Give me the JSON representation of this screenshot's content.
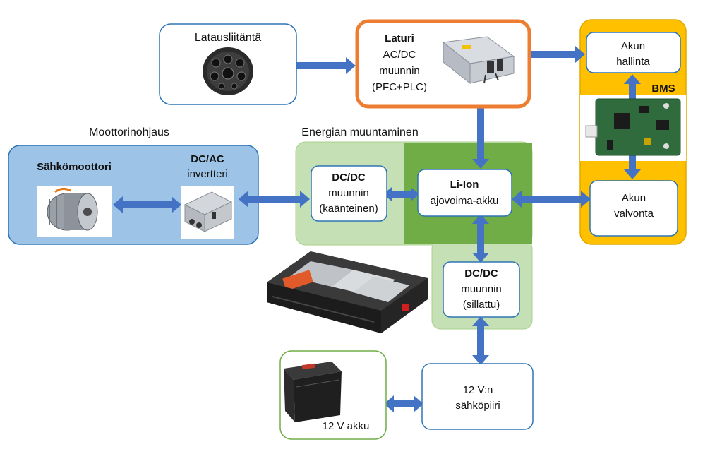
{
  "colors": {
    "arrow": "#4472C4",
    "box_border": "#2E75B6",
    "charger_border": "#ED7D31",
    "bms_fill": "#FFC000",
    "motor_fill": "#9DC3E6",
    "energy_light": "#C5E0B4",
    "energy_dark": "#70AD47",
    "green_border": "#70AD47"
  },
  "charging_port": {
    "label": "Latausliitäntä"
  },
  "charger": {
    "title": "Laturi",
    "line1": "AC/DC",
    "line2": "muunnin",
    "line3": "(PFC+PLC)"
  },
  "bms": {
    "label": "BMS",
    "management": {
      "line1": "Akun",
      "line2": "hallinta"
    },
    "monitoring": {
      "line1": "Akun",
      "line2": "valvonta"
    }
  },
  "motor_control": {
    "label": "Moottorinohjaus",
    "motor": {
      "title": "Sähkömoottori"
    },
    "inverter": {
      "title": "DC/AC",
      "line1": "invertteri"
    }
  },
  "energy_conversion": {
    "label": "Energian muuntaminen",
    "reverse_converter": {
      "title": "DC/DC",
      "line1": "muunnin",
      "line2": "(käänteinen)"
    },
    "battery": {
      "title": "Li-Ion",
      "line1": "ajovoima-akku"
    },
    "bridged_converter": {
      "title": "DC/DC",
      "line1": "muunnin",
      "line2": "(sillattu)"
    }
  },
  "circuit_12v": {
    "line1": "12 V:n",
    "line2": "sähköpiiri"
  },
  "battery_12v": {
    "label": "12 V akku"
  }
}
